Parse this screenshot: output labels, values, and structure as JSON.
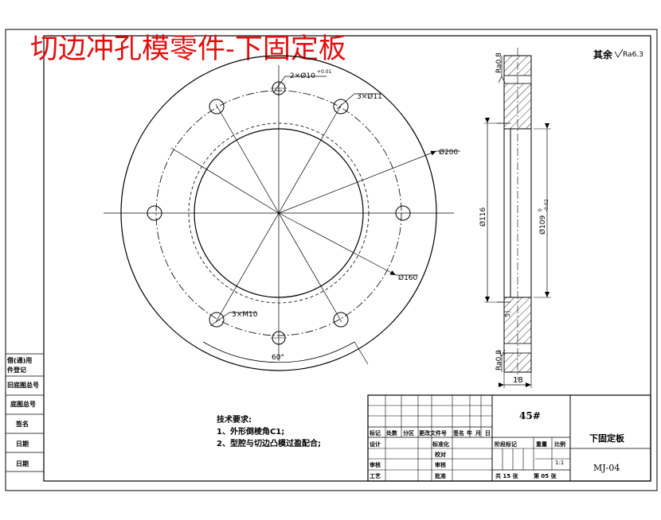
{
  "title": "切边冲孔模零件-下固定板",
  "surface_note": "其余",
  "surface_roughness": "Ra6.3",
  "plan_view": {
    "hole_callout_top": "2×Ø10",
    "hole_tolerance": "+0.01",
    "hole_callout_right": "3×Ø11",
    "thread_callout": "3×M10",
    "outer_diameter": "Ø200",
    "bolt_circle": "Ø160",
    "angle": "60°"
  },
  "section_view": {
    "roughness_top": "Ra0.8",
    "roughness_bottom": "Ra0.8",
    "bore_small": "Ø116",
    "bore_large": "Ø109",
    "bore_tolerance_upper": "0",
    "bore_tolerance_lower": "-0.02",
    "thickness": "18",
    "step": "5"
  },
  "tech_requirements": {
    "heading": "技术要求:",
    "item1": "1、外形倒棱角C1;",
    "item2": "2、型腔与切边凸模过盈配合;"
  },
  "side_strip": [
    "借(通)用",
    "件登记",
    "旧底图总号",
    "底图总号",
    "签名",
    "日期",
    "日期"
  ],
  "title_block": {
    "material": "45#",
    "part_name": "下固定板",
    "drawing_no": "MJ-04",
    "revision_headers": [
      "标记",
      "处数",
      "分区",
      "更改文件号",
      "签名",
      "年",
      "月",
      "日"
    ],
    "sign_rows": {
      "design": "设计",
      "standardize": "标准化",
      "check": "审核",
      "process": "工艺",
      "audit": "审核",
      "approve": "批准",
      "verify": "校对"
    },
    "stage_headers": [
      "阶段标记",
      "重量",
      "比例"
    ],
    "scale": "1:1",
    "sheets_total": "共 15 张",
    "sheet_no": "第 05 张"
  }
}
